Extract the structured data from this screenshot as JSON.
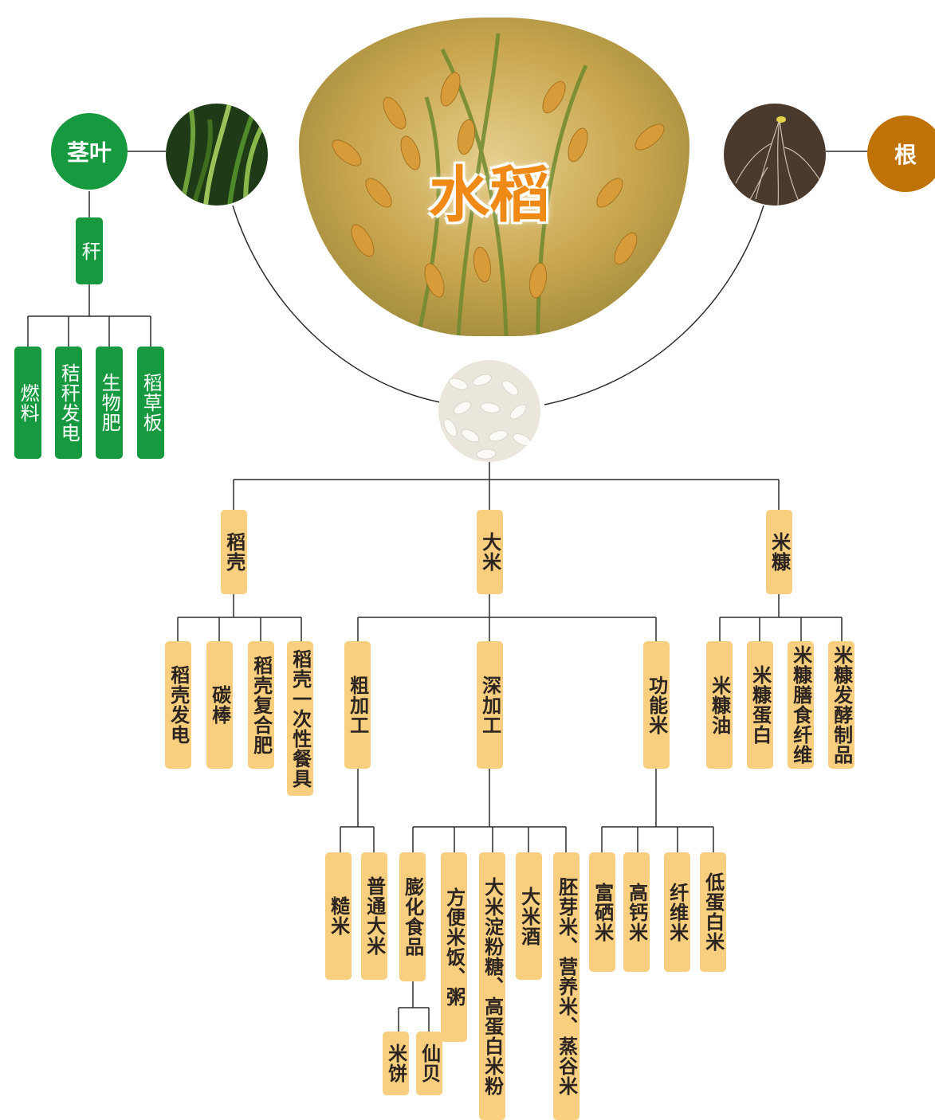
{
  "title": "水稻",
  "colors": {
    "green": "#179a3f",
    "root_brown": "#bf7205",
    "node_yellow": "#f8cf7f",
    "title_orange": "#ef8a17",
    "line": "#2d2d2d"
  },
  "stem_leaf": {
    "label": "茎叶",
    "straw": "秆",
    "straw_uses": [
      "燃料",
      "秸秆发电",
      "生物肥",
      "稻草板"
    ]
  },
  "root": {
    "label": "根"
  },
  "grain": {
    "husk": {
      "label": "稻壳",
      "children": [
        "稻壳发电",
        "碳棒",
        "稻壳复合肥",
        "稻壳一次性餐具"
      ]
    },
    "rice": {
      "label": "大米",
      "coarse": {
        "label": "粗加工",
        "children": [
          "糙米",
          "普通大米"
        ]
      },
      "deep": {
        "label": "深加工",
        "children": [
          "膨化食品",
          "方便米饭、粥",
          "大米淀粉糖、高蛋白米粉",
          "大米酒",
          "胚芽米、营养米、蒸谷米"
        ],
        "puffed_children": [
          "米饼",
          "仙贝"
        ]
      },
      "functional": {
        "label": "功能米",
        "children": [
          "富硒米",
          "高钙米",
          "纤维米",
          "低蛋白米"
        ]
      }
    },
    "bran": {
      "label": "米糠",
      "children": [
        "米糠油",
        "米糠蛋白",
        "米糠膳食纤维",
        "米糠发酵制品"
      ]
    }
  },
  "icons": [
    "rice-plant-photo",
    "stem-leaf-photo",
    "root-soil-photo",
    "rice-grain-photo"
  ]
}
